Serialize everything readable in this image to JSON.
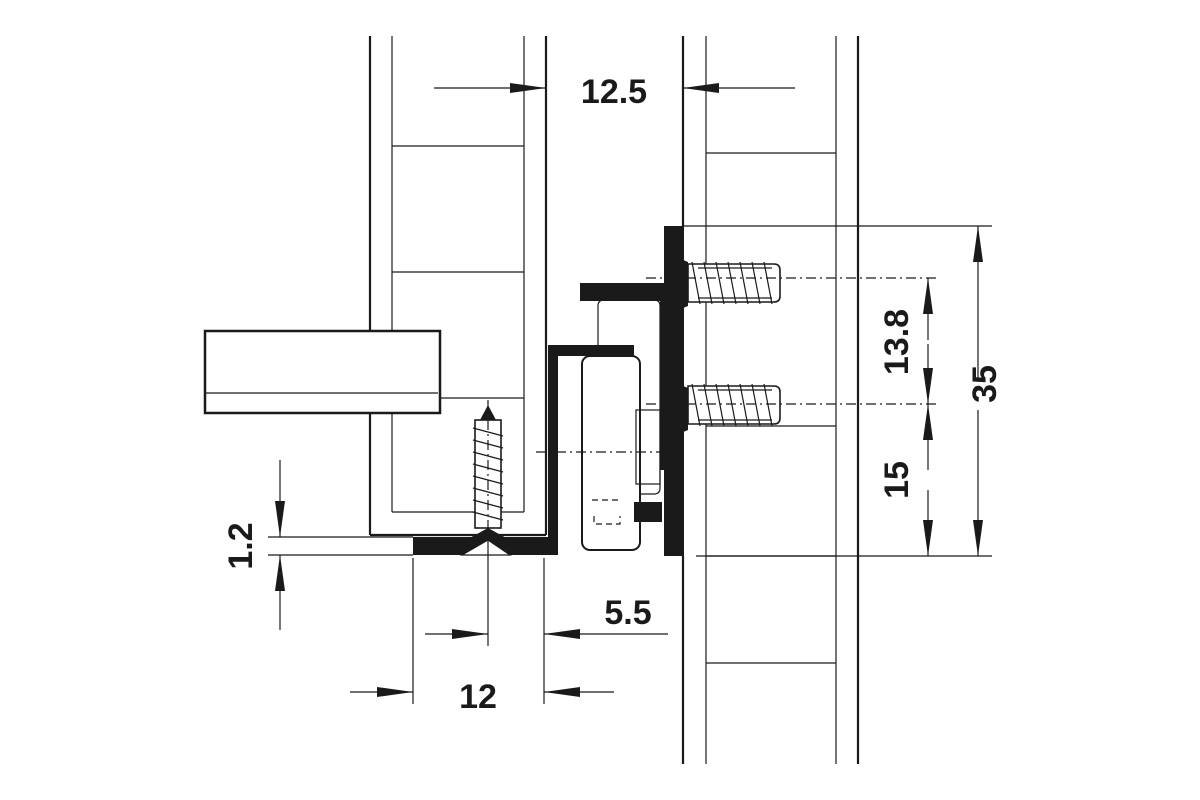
{
  "dimensions": {
    "top_gap": "12.5",
    "mount_pitch": "13.8",
    "lower_offset": "15",
    "total_height": "35",
    "bottom_thickness": "1.2",
    "bottom_width": "12",
    "side_offset": "5.5"
  },
  "colors": {
    "line": "#1a1a1a",
    "background": "#ffffff"
  }
}
